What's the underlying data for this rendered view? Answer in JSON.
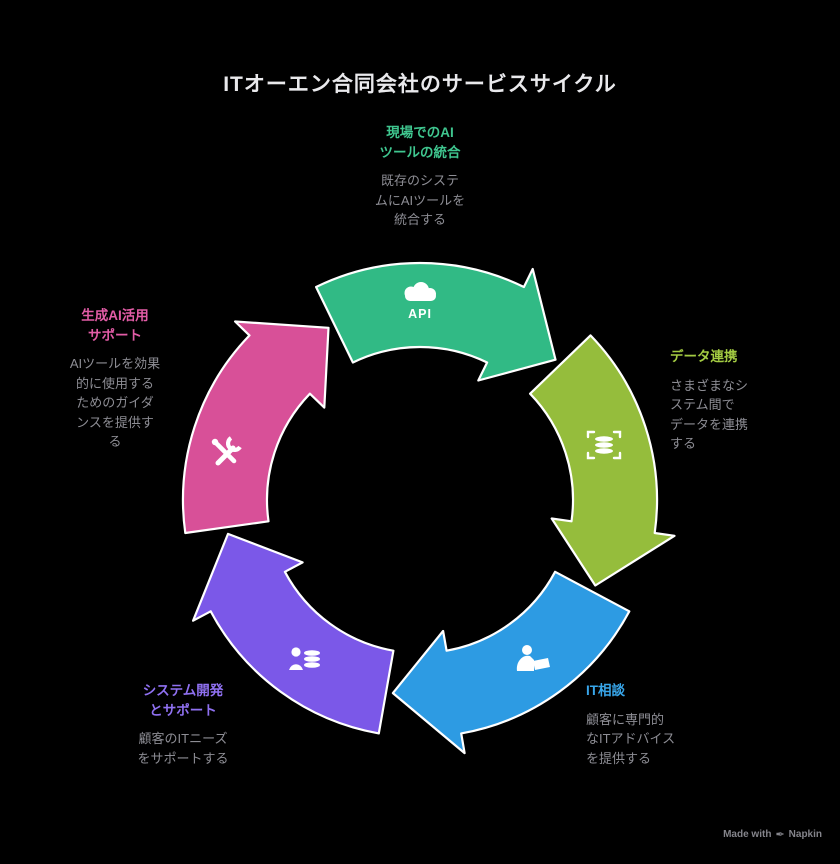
{
  "title": "ITオーエン合同会社のサービスサイクル",
  "colors": {
    "background": "#000000",
    "title": "#e9e9ec",
    "description": "#8d8d94",
    "icon": "#ffffff",
    "stroke": "#ffffff"
  },
  "cycle": {
    "items": [
      {
        "id": "ai-tool-integration",
        "label": "現場でのAI\nツールの統合",
        "description": "既存のシステ\nムにAIツールを\n統合する",
        "color": "#31ba85",
        "label_color": "#3fc68f",
        "icon": "api-cloud-icon",
        "icon_text": "API"
      },
      {
        "id": "data-linkage",
        "label": "データ連携",
        "description": "さまざまなシ\nステム間で\nデータを連携\nする",
        "color": "#95bd3c",
        "label_color": "#a3cb42",
        "icon": "data-sync-icon",
        "icon_text": ""
      },
      {
        "id": "it-consulting",
        "label": "IT相談",
        "description": "顧客に専門的\nなITアドバイス\nを提供する",
        "color": "#2d9be3",
        "label_color": "#38a6ea",
        "icon": "consultant-icon",
        "icon_text": ""
      },
      {
        "id": "system-dev-support",
        "label": "システム開発\nとサポート",
        "description": "顧客のITニーズ\nをサポートする",
        "color": "#7b58e8",
        "label_color": "#9071f2",
        "icon": "development-icon",
        "icon_text": ""
      },
      {
        "id": "gen-ai-support",
        "label": "生成AI活用\nサポート",
        "description": "AIツールを効果\n的に使用する\nためのガイダ\nンスを提供す\nる",
        "color": "#d85098",
        "label_color": "#e25ca6",
        "icon": "tools-icon",
        "icon_text": ""
      }
    ]
  },
  "credit": {
    "prefix": "Made with",
    "icon_char": "✒",
    "brand": "Napkin",
    "color": "#84848b"
  }
}
